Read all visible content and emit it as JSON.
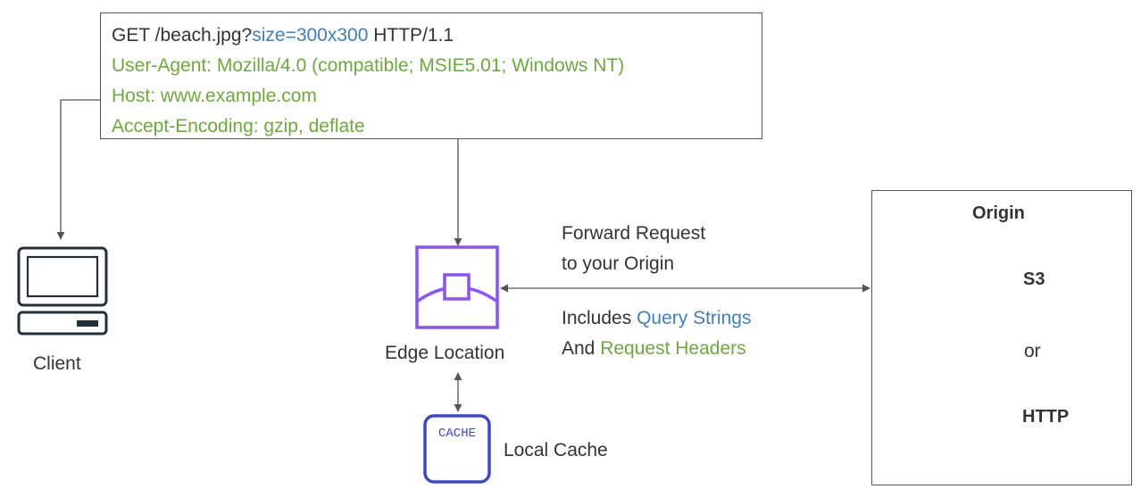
{
  "request": {
    "line1_prefix": "GET /beach.jpg?",
    "line1_query": "size=300x300",
    "line1_suffix": " HTTP/1.1",
    "user_agent": "User-Agent: Mozilla/4.0 (compatible; MSIE5.01; Windows NT)",
    "host": "Host: www.example.com",
    "accept_encoding": "Accept-Encoding: gzip, deflate"
  },
  "client": {
    "label": "Client",
    "icon": "laptop-icon"
  },
  "edge": {
    "label": "Edge Location",
    "icon": "edge-location-icon"
  },
  "cache": {
    "icon_text": "CACHE",
    "label": "Local Cache",
    "icon": "cache-icon"
  },
  "forward": {
    "line1": "Forward Request",
    "line2": "to your Origin",
    "includes_prefix": "Includes ",
    "query_strings": "Query Strings",
    "and_prefix": "And ",
    "request_headers": "Request Headers"
  },
  "origin": {
    "title": "Origin",
    "s3_label": "S3",
    "or_label": "or",
    "http_label": "HTTP",
    "s3_icon": "s3-bucket-icon",
    "server_icon": "server-icon"
  },
  "colors": {
    "green_text": "#6aab3a",
    "blue_text": "#3f7fc1",
    "edge_purple": "#8c4fff",
    "cache_blue": "#3b48cc",
    "s3_green": "#3f8624",
    "dark": "#333333"
  }
}
